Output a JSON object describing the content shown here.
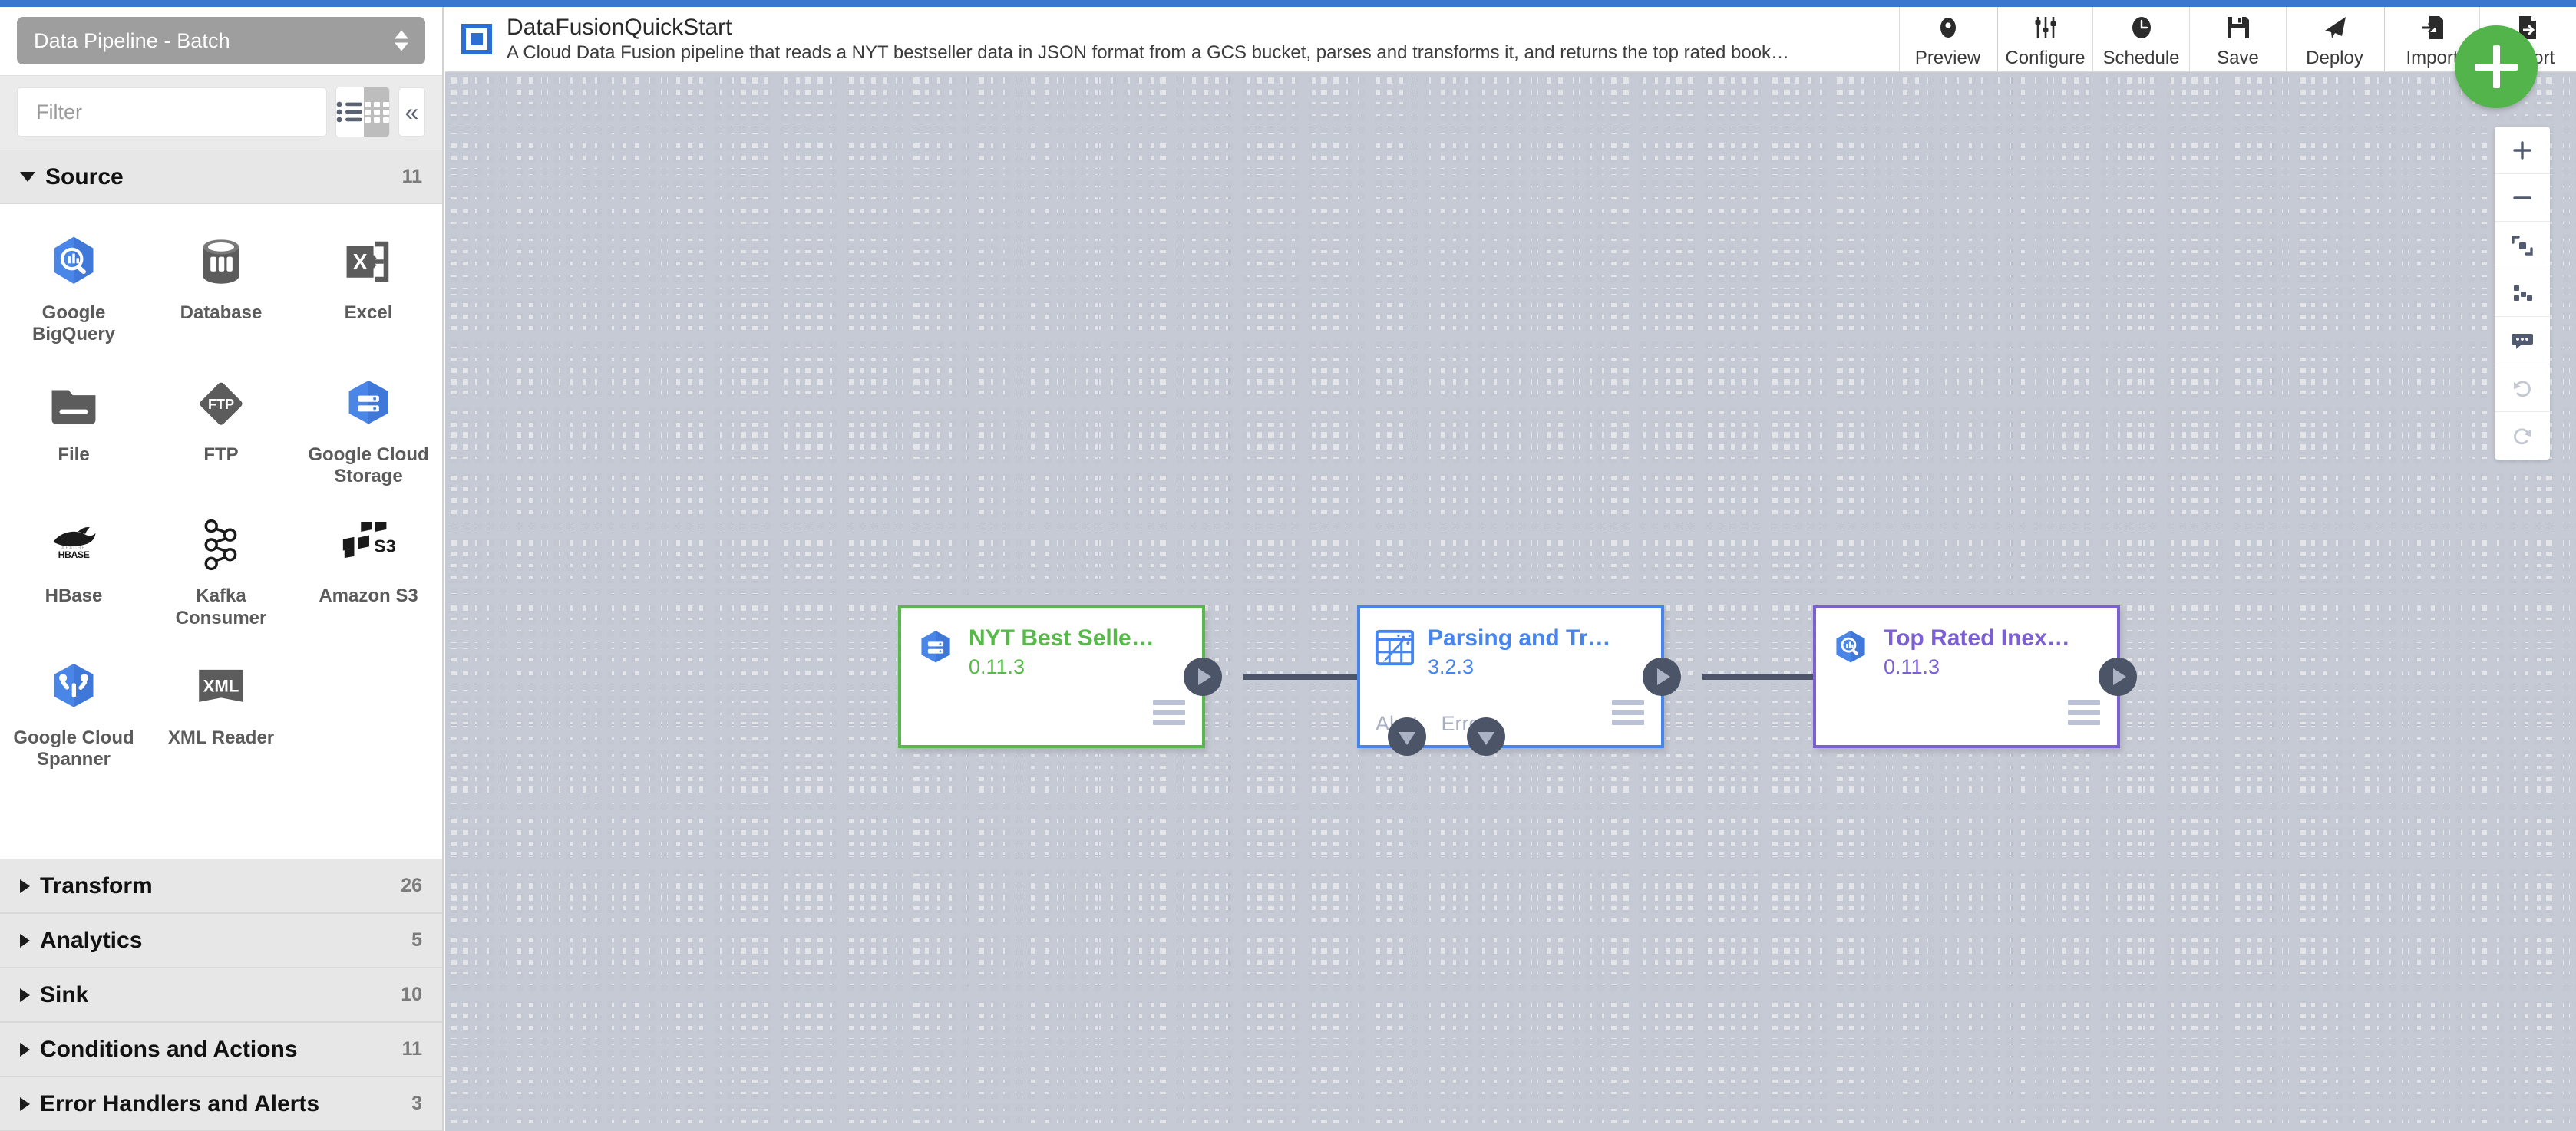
{
  "app": {
    "accent_blue": "#3a78d0",
    "annotation_arrow_color": "#ea4726"
  },
  "sidebar": {
    "pipeline_type_select": {
      "value": "Data Pipeline - Batch",
      "icon": "updown-caret-icon"
    },
    "filter": {
      "placeholder": "Filter",
      "value": ""
    },
    "view_toggle": {
      "list_icon": "list-view-icon",
      "grid_icon": "grid-view-icon",
      "active": "grid"
    },
    "collapse": {
      "icon": "chevron-double-left-icon",
      "label": "«"
    },
    "sections": [
      {
        "label": "Source",
        "count": "11",
        "expanded": true
      },
      {
        "label": "Transform",
        "count": "26",
        "expanded": false
      },
      {
        "label": "Analytics",
        "count": "5",
        "expanded": false
      },
      {
        "label": "Sink",
        "count": "10",
        "expanded": false
      },
      {
        "label": "Conditions and Actions",
        "count": "11",
        "expanded": false
      },
      {
        "label": "Error Handlers and Alerts",
        "count": "3",
        "expanded": false
      }
    ],
    "source_plugins": [
      {
        "label": "Google BigQuery",
        "icon": "google-bigquery-icon"
      },
      {
        "label": "Database",
        "icon": "database-icon"
      },
      {
        "label": "Excel",
        "icon": "excel-icon"
      },
      {
        "label": "File",
        "icon": "file-folder-icon"
      },
      {
        "label": "FTP",
        "icon": "ftp-icon"
      },
      {
        "label": "Google Cloud Storage",
        "icon": "google-cloud-storage-icon"
      },
      {
        "label": "HBase",
        "icon": "hbase-icon"
      },
      {
        "label": "Kafka Consumer",
        "icon": "kafka-icon"
      },
      {
        "label": "Amazon S3",
        "icon": "amazon-s3-icon"
      },
      {
        "label": "Google Cloud Spanner",
        "icon": "google-cloud-spanner-icon"
      },
      {
        "label": "XML Reader",
        "icon": "xml-reader-icon"
      }
    ]
  },
  "toolbar": {
    "logo_icon": "cdap-logo-icon",
    "pipeline_name": "DataFusionQuickStart",
    "pipeline_description": "A Cloud Data Fusion pipeline that reads a NYT bestseller data in JSON format from a GCS bucket, parses and transforms it, and returns the top rated book…",
    "actions": [
      {
        "label": "Preview",
        "icon": "eye-icon"
      },
      {
        "label": "Configure",
        "icon": "sliders-icon"
      },
      {
        "label": "Schedule",
        "icon": "clock-icon"
      },
      {
        "label": "Save",
        "icon": "floppy-disk-icon"
      },
      {
        "label": "Deploy",
        "icon": "paper-plane-icon"
      },
      {
        "label": "Import",
        "icon": "import-arrow-icon"
      },
      {
        "label": "Export",
        "icon": "export-arrow-icon"
      }
    ]
  },
  "canvas": {
    "add_node_button": {
      "icon": "plus-icon",
      "label": "+"
    },
    "zoom_tools": [
      {
        "name": "zoom-in",
        "icon": "plus-icon",
        "label": "+",
        "disabled": false
      },
      {
        "name": "zoom-out",
        "icon": "minus-icon",
        "label": "−",
        "disabled": false
      },
      {
        "name": "fit-to-screen",
        "icon": "fit-screen-icon",
        "label": "",
        "disabled": false
      },
      {
        "name": "align-nodes",
        "icon": "align-nodes-icon",
        "label": "",
        "disabled": false
      },
      {
        "name": "comments",
        "icon": "comment-bubble-icon",
        "label": "",
        "disabled": false
      },
      {
        "name": "undo",
        "icon": "undo-icon",
        "label": "↺",
        "disabled": true
      },
      {
        "name": "redo",
        "icon": "redo-icon",
        "label": "↻",
        "disabled": true
      }
    ],
    "nodes": [
      {
        "title": "NYT Best Selle…",
        "version": "0.11.3",
        "color": "#56b949",
        "accent": "green",
        "icon": "google-cloud-storage-icon",
        "menu_icon": "hamburger-menu-icon",
        "ports_bottom": []
      },
      {
        "title": "Parsing and Tr…",
        "version": "3.2.3",
        "color": "#4684ee",
        "accent": "blue",
        "icon": "wrangler-icon",
        "menu_icon": "hamburger-menu-icon",
        "ports_bottom": [
          "Alert",
          "Error"
        ]
      },
      {
        "title": "Top Rated Inex…",
        "version": "0.11.3",
        "color": "#7c5fd3",
        "accent": "purple",
        "icon": "google-bigquery-icon",
        "menu_icon": "hamburger-menu-icon",
        "ports_bottom": []
      }
    ],
    "annotation": {
      "name": "deploy-arrow",
      "points_at": "Deploy",
      "color": "#ea4726"
    }
  }
}
